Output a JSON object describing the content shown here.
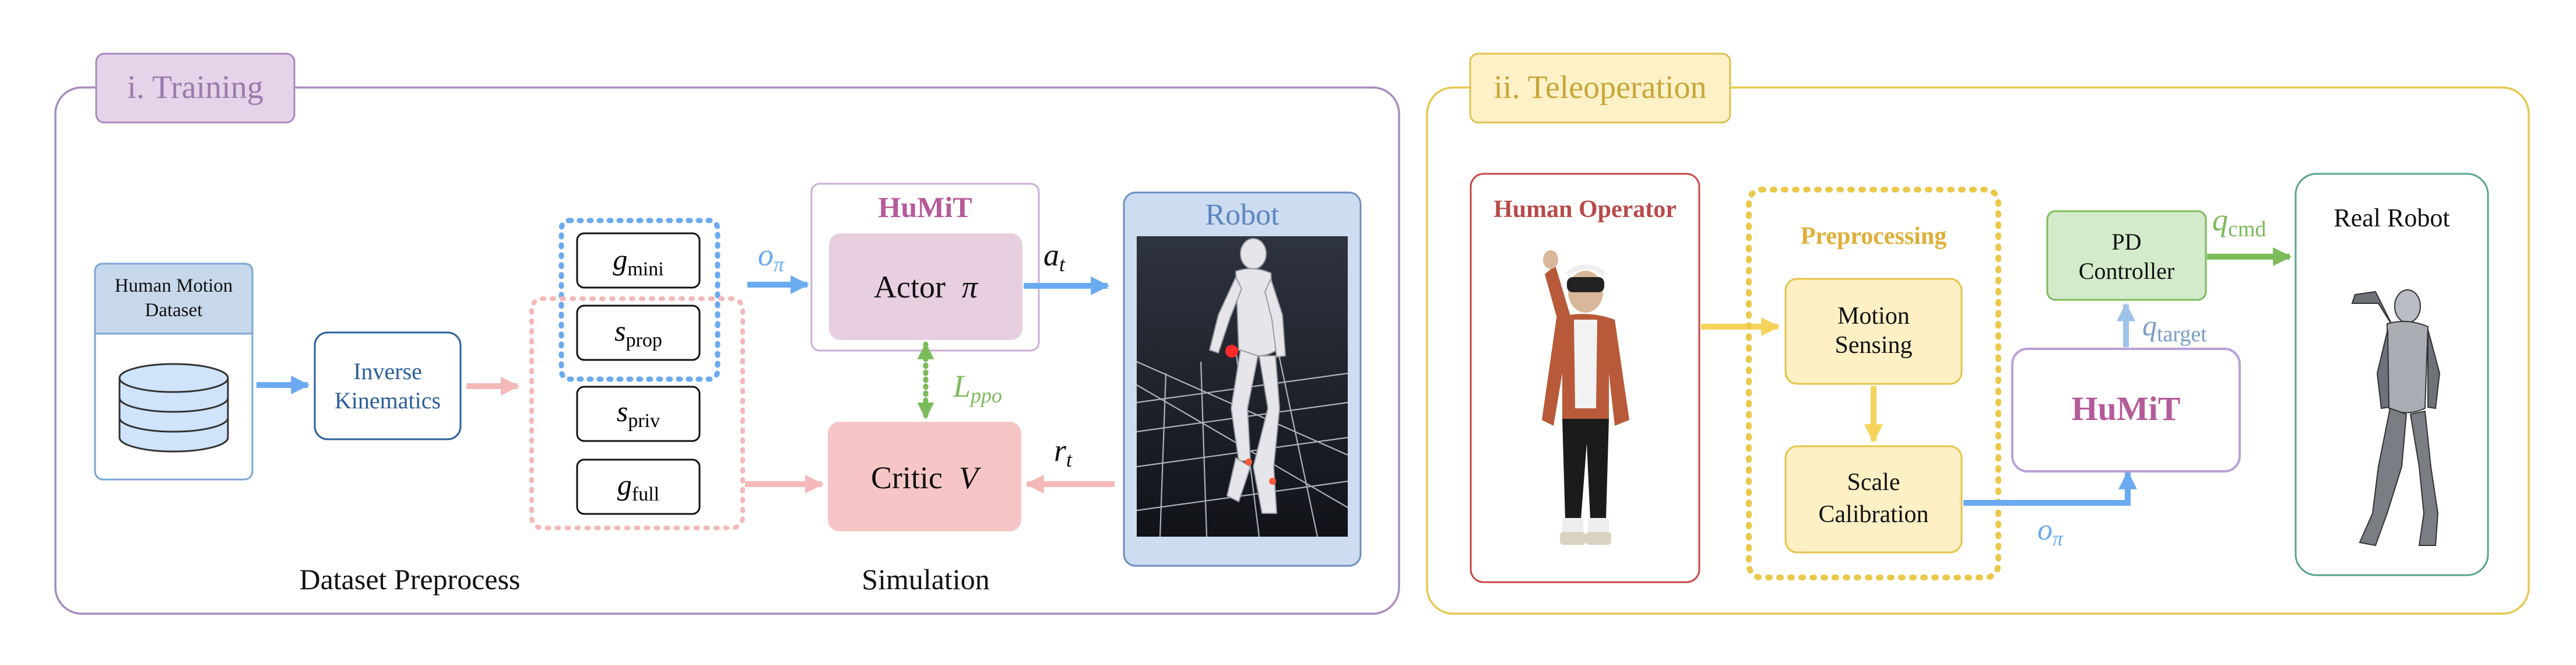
{
  "colors": {
    "training_border": "#a78bbf",
    "training_tab_fill": "#e5d3e9",
    "training_tab_text": "#9a7aac",
    "tele_border": "#e8c850",
    "tele_tab_fill": "#fdf1c8",
    "tele_tab_text": "#c9a638",
    "blue_arrow": "#6aaaf0",
    "pink_arrow": "#f4b8b8",
    "green_arrow": "#7bbb5a",
    "yellow_arrow": "#f5d35a",
    "humit_text": "#b55a9a",
    "human_operator_text": "#b84a4a",
    "preprocessing_text": "#dfaf3a"
  },
  "icons": [
    "database-icon",
    "robot-simulation-image",
    "human-operator-image",
    "real-robot-image"
  ],
  "training": {
    "tab_label": "i. Training",
    "dataset_title_line1": "Human Motion",
    "dataset_title_line2": "Dataset",
    "ik_line1": "Inverse",
    "ik_line2": "Kinematics",
    "obs_g_mini": {
      "base": "g",
      "sub": "mini"
    },
    "obs_s_prop": {
      "base": "s",
      "sub": "prop"
    },
    "obs_s_priv": {
      "base": "s",
      "sub": "priv"
    },
    "obs_g_full": {
      "base": "g",
      "sub": "full"
    },
    "o_pi": {
      "base": "o",
      "sub": "π"
    },
    "humit_label": "HuMiT",
    "actor_label": "Actor",
    "actor_symbol": "π",
    "critic_label": "Critic",
    "critic_symbol": "V",
    "a_t": {
      "base": "a",
      "sub": "t"
    },
    "r_t": {
      "base": "r",
      "sub": "t"
    },
    "l_ppo": {
      "base": "L",
      "sub": "ppo"
    },
    "robot_label": "Robot",
    "dataset_preprocess_caption": "Dataset Preprocess",
    "simulation_caption": "Simulation"
  },
  "teleoperation": {
    "tab_label": "ii. Teleoperation",
    "human_operator_label": "Human Operator",
    "preprocessing_label": "Preprocessing",
    "motion_sensing_line1": "Motion",
    "motion_sensing_line2": "Sensing",
    "scale_calibration_line1": "Scale",
    "scale_calibration_line2": "Calibration",
    "o_pi": {
      "base": "o",
      "sub": "π"
    },
    "humit_label": "HuMiT",
    "pd_line1": "PD",
    "pd_line2": "Controller",
    "q_target": {
      "base": "q",
      "sub": "target"
    },
    "q_cmd": {
      "base": "q",
      "sub": "cmd"
    },
    "real_robot_label": "Real Robot"
  }
}
